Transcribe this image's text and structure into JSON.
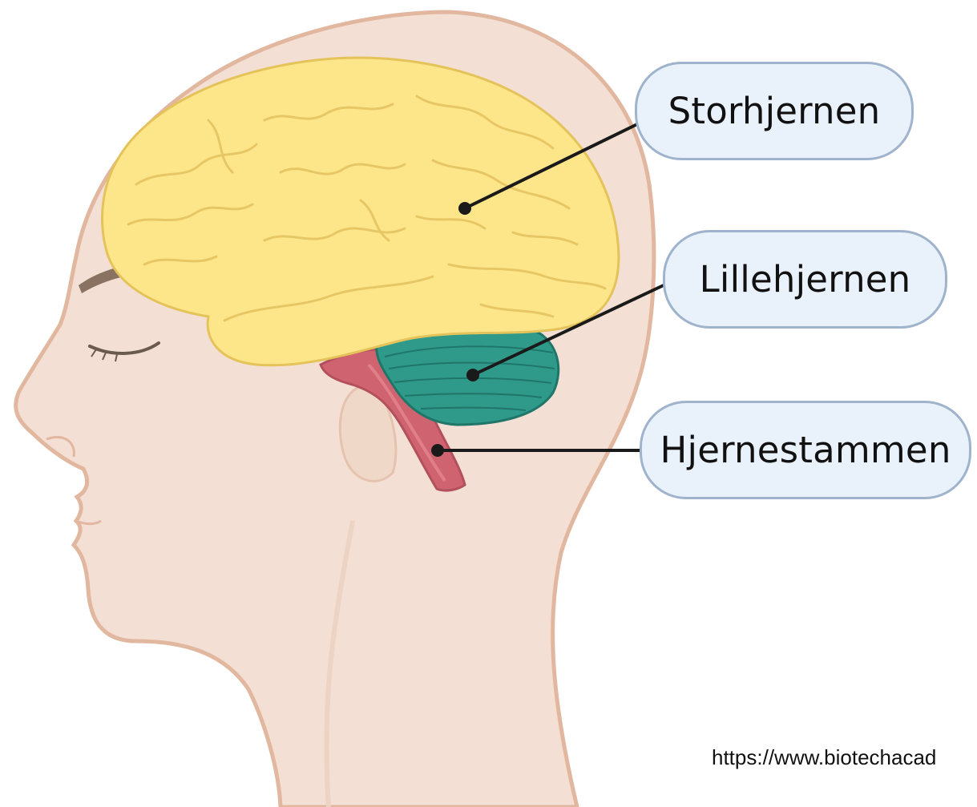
{
  "labels": {
    "cerebrum": "Storhjernen",
    "cerebellum": "Lillehjernen",
    "brainstem": "Hjernestammen"
  },
  "source_url": "https://www.biotechacad",
  "colors": {
    "skin": "#f3dfd3",
    "skin_outline": "#e2b79f",
    "cerebrum": "#fde68a",
    "cerebrum_outline": "#e4c35a",
    "cerebellum": "#2f9a8a",
    "brainstem": "#cf6470",
    "label_fill": "#e9f1fb",
    "label_border": "#9fb4cc",
    "leader_line": "#1a1a1a"
  }
}
